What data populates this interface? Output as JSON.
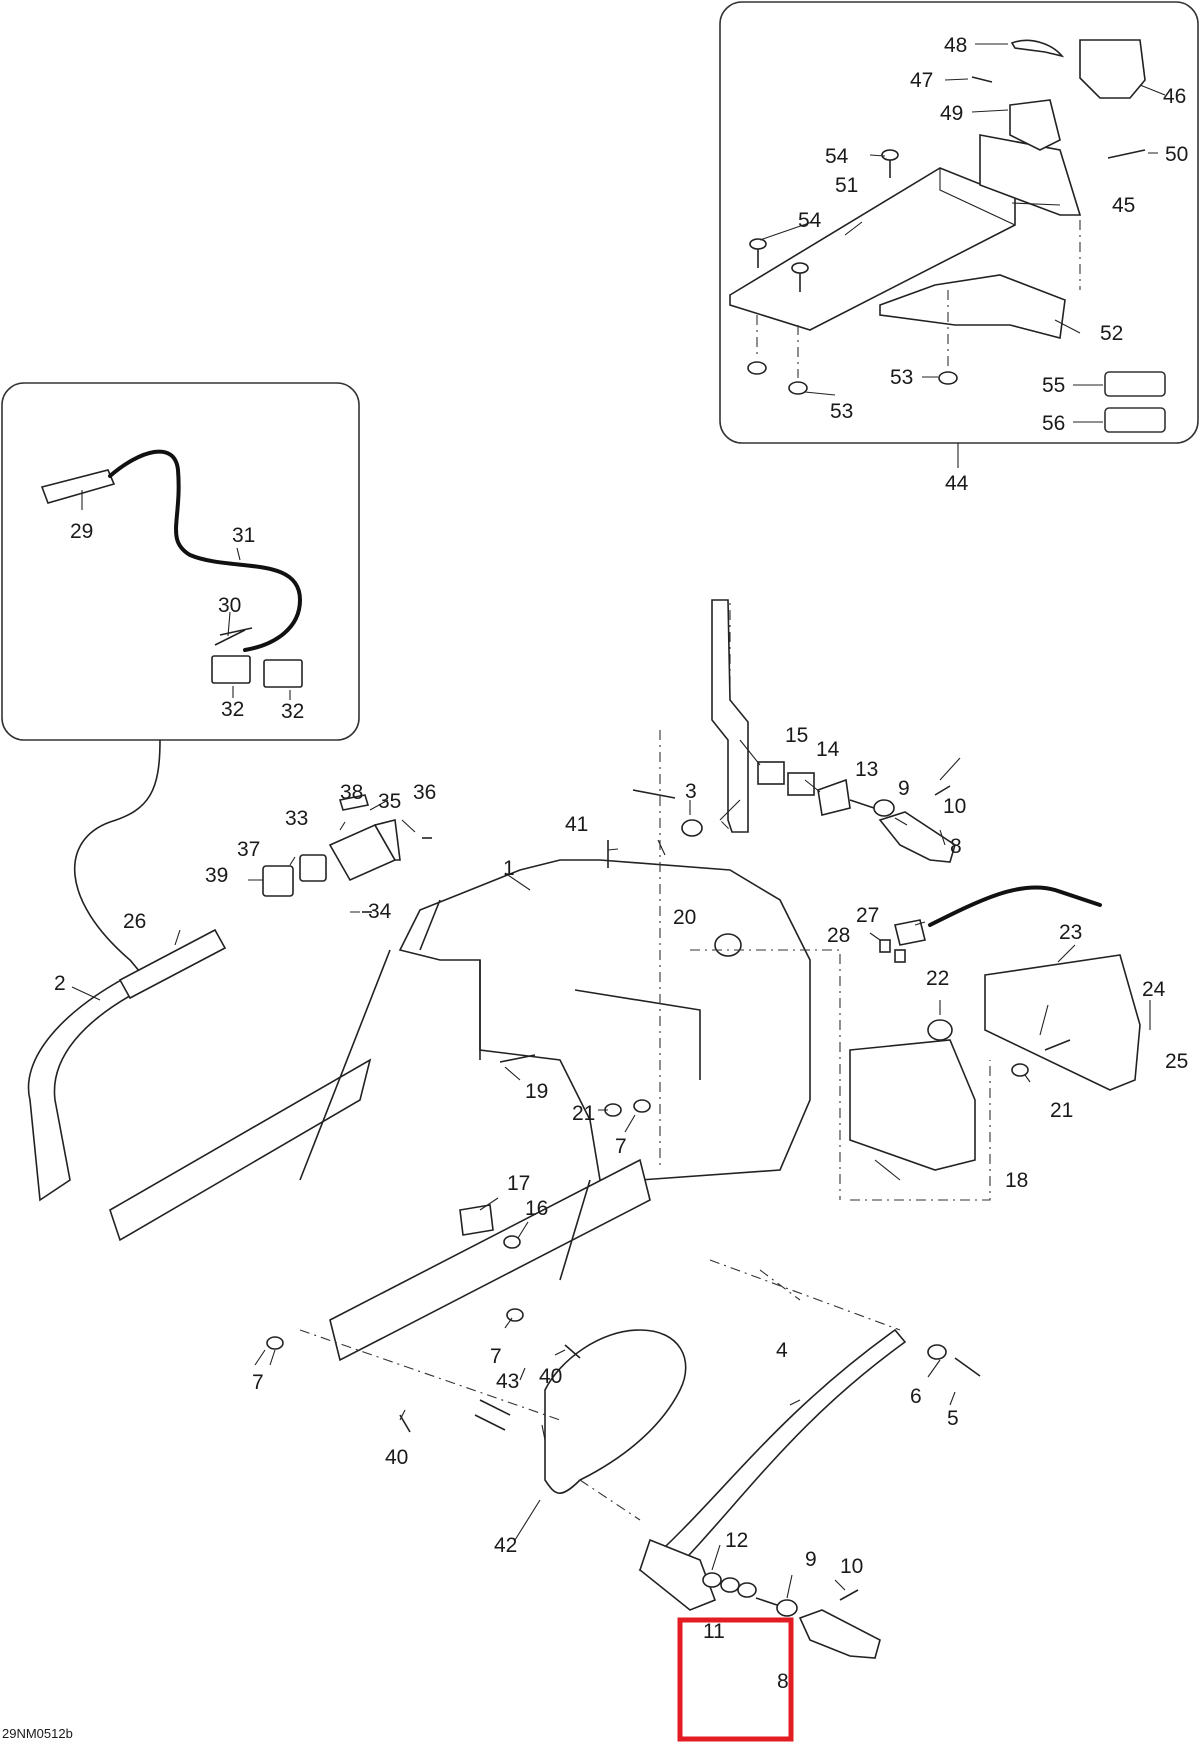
{
  "diagram": {
    "reference_code": "29NM0512b",
    "highlight_color": "#e31b23",
    "callouts": {
      "c1": "1",
      "c2": "2",
      "c3": "3",
      "c4": "4",
      "c5": "5",
      "c6": "6",
      "c7a": "7",
      "c7b": "7",
      "c7c": "7",
      "c8a": "8",
      "c8b": "8",
      "c9a": "9",
      "c9b": "9",
      "c10a": "10",
      "c10b": "10",
      "c11": "11",
      "c12": "12",
      "c13": "13",
      "c14": "14",
      "c15": "15",
      "c16": "16",
      "c17": "17",
      "c18": "18",
      "c19": "19",
      "c20": "20",
      "c21a": "21",
      "c21b": "21",
      "c22": "22",
      "c23": "23",
      "c24": "24",
      "c25": "25",
      "c26": "26",
      "c27": "27",
      "c28": "28",
      "c29": "29",
      "c30": "30",
      "c31": "31",
      "c32a": "32",
      "c32b": "32",
      "c33": "33",
      "c34": "34",
      "c35": "35",
      "c36": "36",
      "c37": "37",
      "c38": "38",
      "c39": "39",
      "c40a": "40",
      "c40b": "40",
      "c41": "41",
      "c42": "42",
      "c43": "43",
      "c44": "44",
      "c45": "45",
      "c46": "46",
      "c47": "47",
      "c48": "48",
      "c49": "49",
      "c50": "50",
      "c51": "51",
      "c52": "52",
      "c53a": "53",
      "c53b": "53",
      "c54a": "54",
      "c54b": "54",
      "c55": "55",
      "c56": "56"
    }
  }
}
